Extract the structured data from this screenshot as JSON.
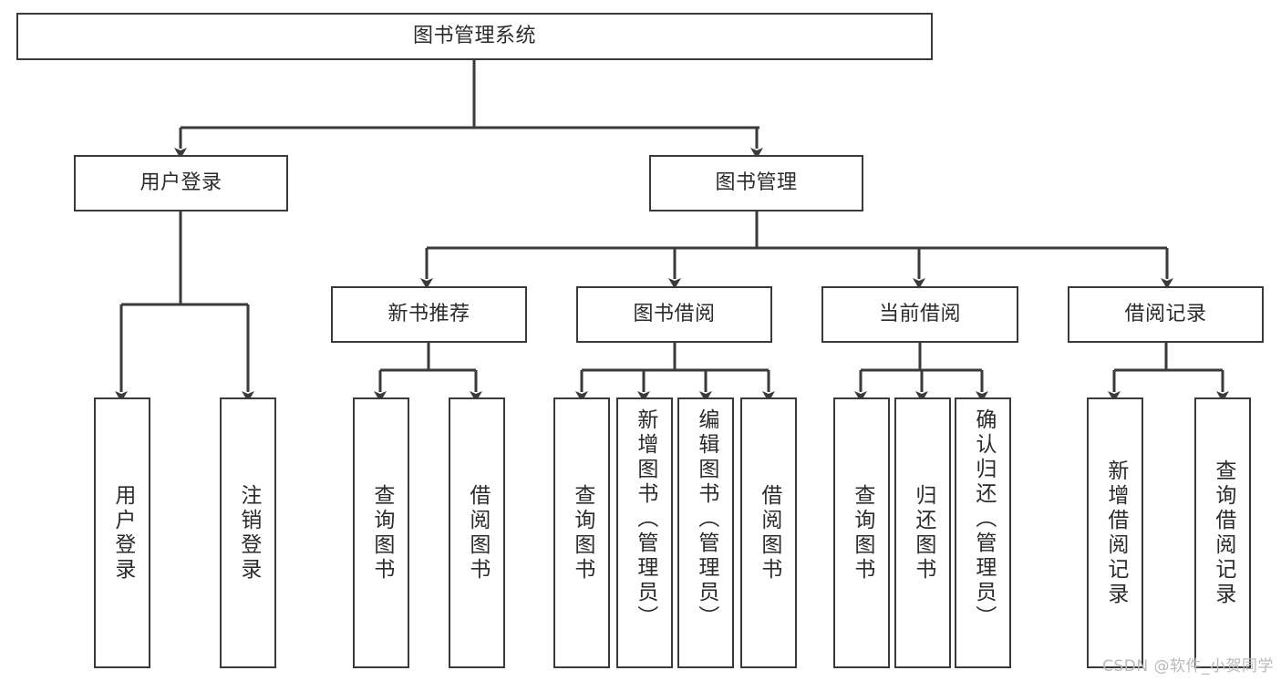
{
  "diagram": {
    "title": "图书管理系统",
    "type": "tree-hierarchy",
    "orientation": "top-down",
    "colors": {
      "box_border": "#3a3a3a",
      "box_fill": "#ffffff",
      "edge": "#3a3a3a",
      "text": "#2b2b2b",
      "watermark": "#b9b9b9"
    },
    "watermark": "CSDN @软件_小贺同学"
  },
  "nodes": {
    "root": {
      "label": "图书管理系统"
    },
    "level2": [
      {
        "id": "user-login",
        "label": "用户登录"
      },
      {
        "id": "book-management",
        "label": "图书管理"
      }
    ],
    "level3": [
      {
        "id": "new-book-recommend",
        "label": "新书推荐"
      },
      {
        "id": "book-borrow",
        "label": "图书借阅"
      },
      {
        "id": "current-borrow",
        "label": "当前借阅"
      },
      {
        "id": "borrow-record",
        "label": "借阅记录"
      }
    ],
    "leaves": {
      "user_login": [
        {
          "id": "leaf-user-login",
          "label": "用户登录"
        },
        {
          "id": "leaf-logout-login",
          "label": "注销登录"
        }
      ],
      "new_book_recommend": [
        {
          "id": "leaf-query-book-1",
          "label": "查询图书"
        },
        {
          "id": "leaf-borrow-book-1",
          "label": "借阅图书"
        }
      ],
      "book_borrow": [
        {
          "id": "leaf-query-book-2",
          "label": "查询图书"
        },
        {
          "id": "leaf-add-book",
          "label": "新增图书（管理员）"
        },
        {
          "id": "leaf-edit-book",
          "label": "编辑图书（管理员）"
        },
        {
          "id": "leaf-borrow-book-2",
          "label": "借阅图书"
        }
      ],
      "current_borrow": [
        {
          "id": "leaf-query-book-3",
          "label": "查询图书"
        },
        {
          "id": "leaf-return-book",
          "label": "归还图书"
        },
        {
          "id": "leaf-confirm-return",
          "label": "确认归还（管理员）"
        }
      ],
      "borrow_record": [
        {
          "id": "leaf-add-record",
          "label": "新增借阅记录"
        },
        {
          "id": "leaf-query-record",
          "label": "查询借阅记录"
        }
      ]
    }
  }
}
